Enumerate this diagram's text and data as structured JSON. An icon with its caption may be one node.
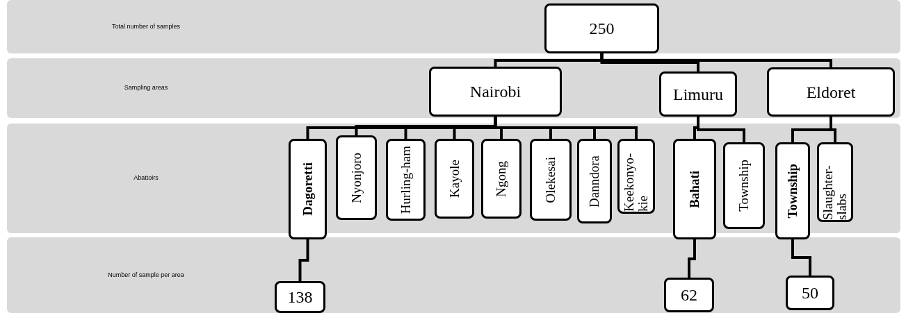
{
  "diagram": {
    "nodes": [
      {
        "text": [
          "Total number of samples"
        ]
      },
      {
        "text": [
          "250"
        ],
        "in": 0
      },
      {
        "text": [
          "Sampling areas"
        ]
      },
      {
        "text": [
          "Nairobi"
        ],
        "in": 2
      },
      {
        "text": [
          "Limuru"
        ],
        "in": 2
      },
      {
        "text": [
          "Eldoret"
        ],
        "in": 2
      },
      {
        "text": [
          "Abattoirs"
        ]
      },
      {
        "text": [
          "Dagoretti"
        ],
        "in": 6
      },
      {
        "text": [
          "Nyonjoro"
        ],
        "in": 6
      },
      {
        "text": [
          "Hurling-ham"
        ],
        "in": 6
      },
      {
        "text": [
          "Kayole"
        ],
        "in": 6
      },
      {
        "text": [
          "Ngong"
        ],
        "in": 6
      },
      {
        "text": [
          "Olekesai"
        ],
        "in": 6
      },
      {
        "text": [
          "Danndora"
        ],
        "in": 6
      },
      {
        "text": [
          "Keekonyo-kie"
        ],
        "in": 6
      },
      {
        "text": [
          "Bahati"
        ],
        "in": 6
      },
      {
        "text": [
          "Township"
        ],
        "in": 6
      },
      {
        "text": [
          "Township"
        ],
        "in": 6
      },
      {
        "text": [
          "Slaughter-slabs"
        ],
        "in": 6
      },
      {
        "text": [
          "Number of sample per area"
        ]
      },
      {
        "text": [
          "138"
        ],
        "in": 19
      },
      {
        "text": [
          "62"
        ],
        "in": 19
      },
      {
        "text": [
          "50"
        ],
        "in": 19
      }
    ],
    "edges": [
      {
        "from": 1,
        "to": 3,
        "arrow": "none"
      },
      {
        "from": 1,
        "to": 4,
        "arrow": "none"
      },
      {
        "from": 1,
        "to": 5,
        "arrow": "none"
      },
      {
        "from": 3,
        "to": 7,
        "arrow": "none"
      },
      {
        "from": 3,
        "to": 8,
        "arrow": "none"
      },
      {
        "from": 3,
        "to": 9,
        "arrow": "none"
      },
      {
        "from": 3,
        "to": 10,
        "arrow": "none"
      },
      {
        "from": 3,
        "to": 11,
        "arrow": "none"
      },
      {
        "from": 3,
        "to": 12,
        "arrow": "none"
      },
      {
        "from": 3,
        "to": 13,
        "arrow": "none"
      },
      {
        "from": 3,
        "to": 14,
        "arrow": "none"
      },
      {
        "from": 4,
        "to": 15,
        "arrow": "none"
      },
      {
        "from": 4,
        "to": 16,
        "arrow": "none"
      },
      {
        "from": 5,
        "to": 17,
        "arrow": "none"
      },
      {
        "from": 5,
        "to": 18,
        "arrow": "none"
      },
      {
        "from": 7,
        "to": 20,
        "arrow": "none"
      },
      {
        "from": 15,
        "to": 21,
        "arrow": "none"
      },
      {
        "from": 17,
        "to": 22,
        "arrow": "none"
      }
    ]
  }
}
